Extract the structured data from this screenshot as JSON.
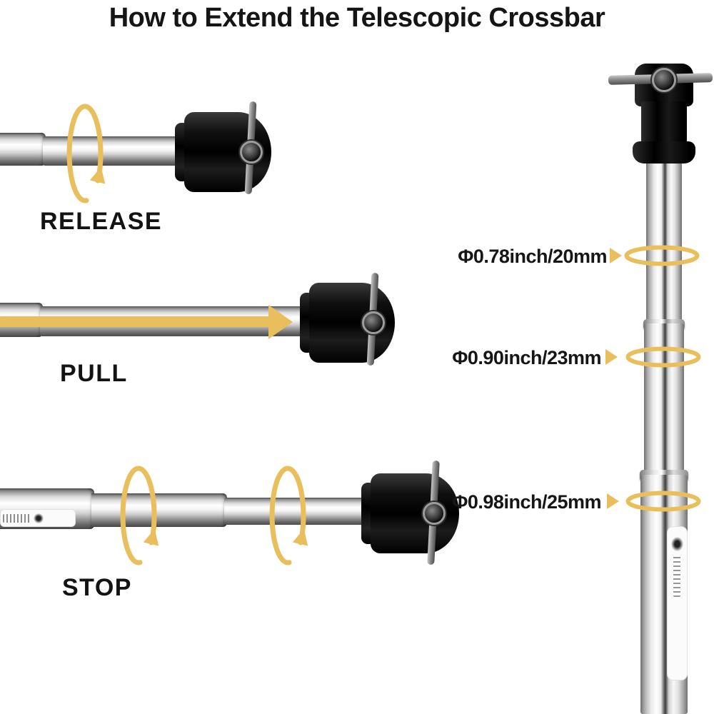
{
  "title": "How to Extend the Telescopic Crossbar",
  "steps": [
    {
      "label": "RELEASE"
    },
    {
      "label": "PULL"
    },
    {
      "label": "STOP"
    }
  ],
  "measurements": [
    {
      "label": "Φ0.78inch/20mm"
    },
    {
      "label": "Φ0.90inch/23mm"
    },
    {
      "label": "Φ0.98inch/25mm"
    }
  ],
  "colors": {
    "accent_yellow": "#E8BF5C",
    "text": "#151515",
    "cap_black": "#0A0A0A",
    "background": "#FFFFFF"
  }
}
